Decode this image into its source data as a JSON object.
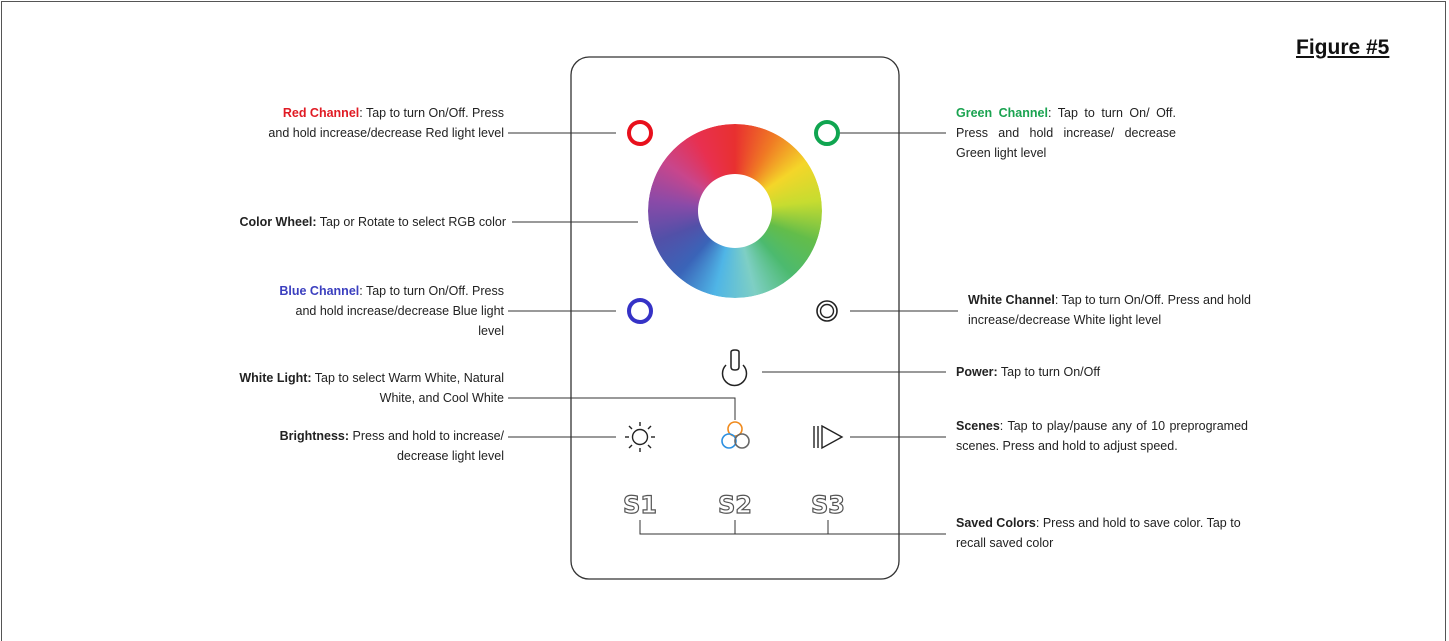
{
  "figure_title": "Figure #5",
  "annotations": {
    "red": {
      "title": "Red Channel",
      "title_color": "#e01b24",
      "text": ": Tap to turn On/Off. Press and hold increase/decrease Red light level"
    },
    "green": {
      "title": "Green Channel",
      "title_color": "#1aa350",
      "text": ": Tap to turn On/ Off. Press and hold increase/ decrease Green light level"
    },
    "color_wheel": {
      "title": "Color Wheel:",
      "text": " Tap or Rotate to select RGB color"
    },
    "blue": {
      "title": "Blue Channel",
      "title_color": "#3b3fbf",
      "text": ": Tap to turn On/Off. Press and hold increase/decrease Blue light level"
    },
    "white_channel": {
      "title": "White Channel",
      "text": ": Tap to turn On/Off. Press and hold increase/decrease White light level"
    },
    "power": {
      "title": "Power:",
      "text": " Tap to turn On/Off"
    },
    "white_light": {
      "title": "White Light:",
      "text": " Tap to select Warm White, Natural White, and Cool White"
    },
    "brightness": {
      "title": "Brightness:",
      "text": " Press and hold to increase/ decrease light level"
    },
    "scenes": {
      "title": "Scenes",
      "text": ": Tap to play/pause any of 10 preprogramed scenes. Press and hold to adjust speed."
    },
    "saved_colors": {
      "title": "Saved Colors",
      "text": ": Press and hold to save color. Tap to recall saved color"
    }
  },
  "buttons": {
    "s1": "S1",
    "s2": "S2",
    "s3": "S3"
  },
  "colors": {
    "red": "#e8101c",
    "green": "#10a550",
    "blue": "#3532c6",
    "line": "#333333"
  }
}
